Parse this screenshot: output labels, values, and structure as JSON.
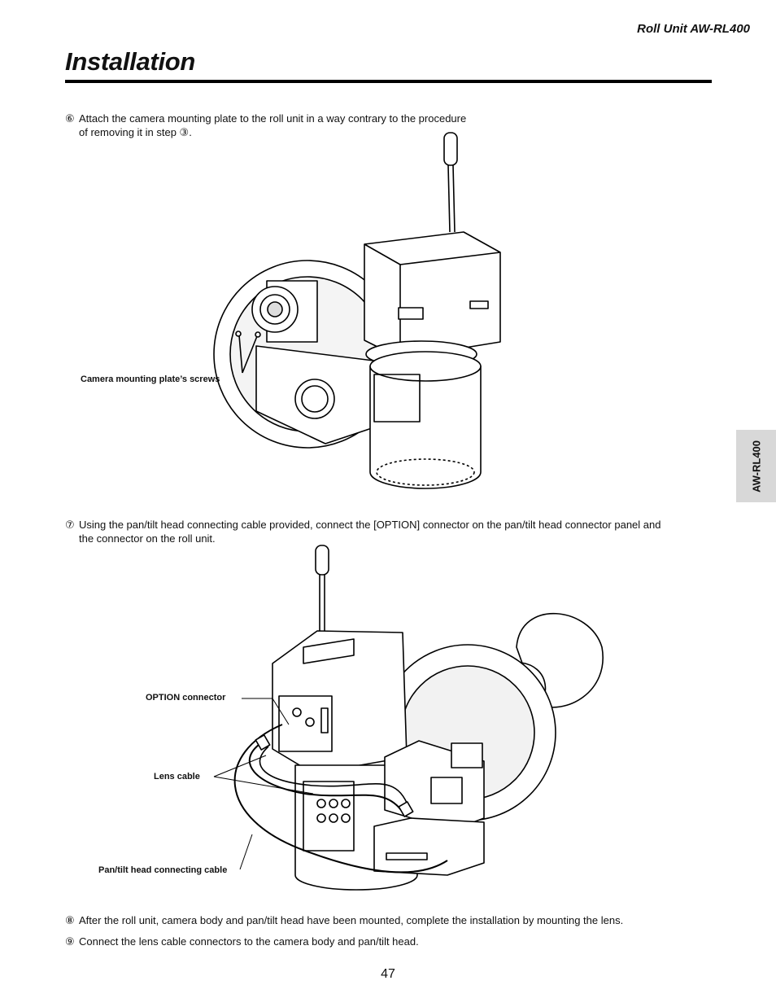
{
  "header": {
    "model": "Roll Unit  AW-RL400",
    "title": "Installation"
  },
  "steps": [
    {
      "num": "⑥",
      "text": "Attach the camera mounting plate to the roll unit in a way contrary to the procedure",
      "cont": "of removing it in step ③."
    },
    {
      "num": "⑦",
      "text": "Using the pan/tilt head connecting cable provided, connect the [OPTION] connector on the pan/tilt head connector panel and",
      "cont": "the connector on the roll unit."
    },
    {
      "num": "⑧",
      "text": "After the roll unit, camera body and pan/tilt head have been mounted, complete the installation by mounting the lens."
    },
    {
      "num": "⑨",
      "text": "Connect the lens cable connectors to the camera body and pan/tilt head."
    }
  ],
  "figure1": {
    "callout_screws": "Camera mounting plate’s screws"
  },
  "figure2": {
    "callout_option": "OPTION connector",
    "callout_lens": "Lens cable",
    "callout_pantilt": "Pan/tilt head connecting cable"
  },
  "side_tab": "AW-RL400",
  "page_number": "47"
}
